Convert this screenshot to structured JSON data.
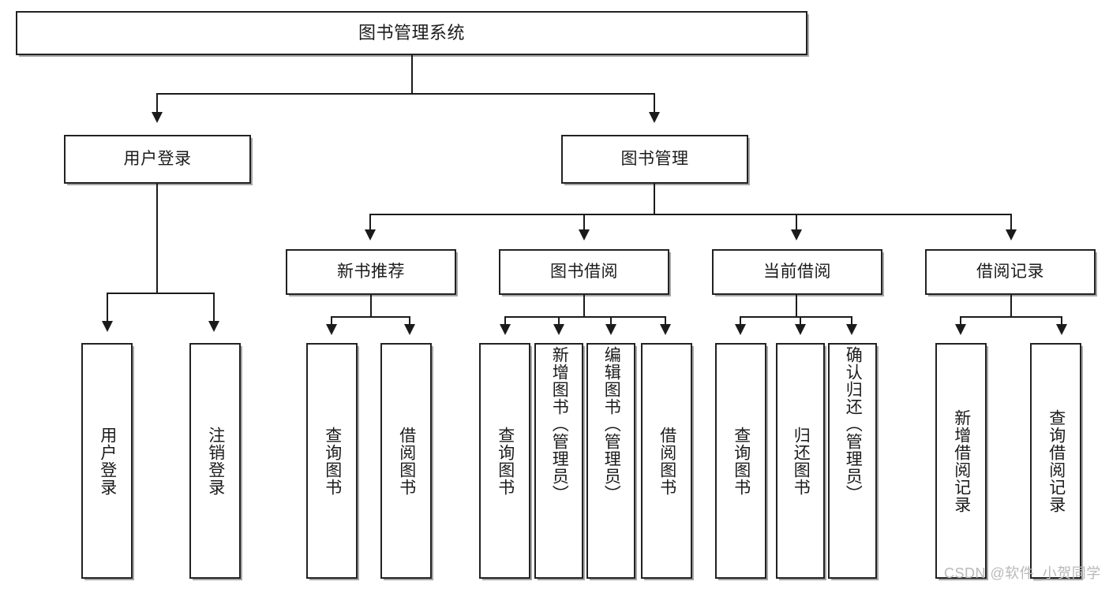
{
  "diagram": {
    "title": "图书管理系统",
    "type": "tree-hierarchy-diagram",
    "watermark": "CSDN @软件_小贺同学",
    "colors": {
      "box_border": "#222222",
      "box_fill": "#ffffff",
      "edge": "#1b1b1b",
      "text": "#1b1b1b",
      "watermark": "#b9b9b9",
      "page_background": "#ffffff"
    },
    "root": {
      "label": "图书管理系统"
    },
    "level2": [
      {
        "label": "用户登录"
      },
      {
        "label": "图书管理"
      }
    ],
    "level3": [
      {
        "label": "新书推荐"
      },
      {
        "label": "图书借阅"
      },
      {
        "label": "当前借阅"
      },
      {
        "label": "借阅记录"
      }
    ],
    "leaves": {
      "user_login": [
        {
          "label": "用户登录"
        },
        {
          "label": "注销登录"
        }
      ],
      "new_book_recommend": [
        {
          "label": "查询图书"
        },
        {
          "label": "借阅图书"
        }
      ],
      "book_borrow": [
        {
          "label": "查询图书"
        },
        {
          "label": "新增图书（管理员）"
        },
        {
          "label": "编辑图书（管理员）"
        },
        {
          "label": "借阅图书"
        }
      ],
      "current_borrow": [
        {
          "label": "查询图书"
        },
        {
          "label": "归还图书"
        },
        {
          "label": "确认归还（管理员）"
        }
      ],
      "borrow_record": [
        {
          "label": "新增借阅记录"
        },
        {
          "label": "查询借阅记录"
        }
      ]
    }
  }
}
